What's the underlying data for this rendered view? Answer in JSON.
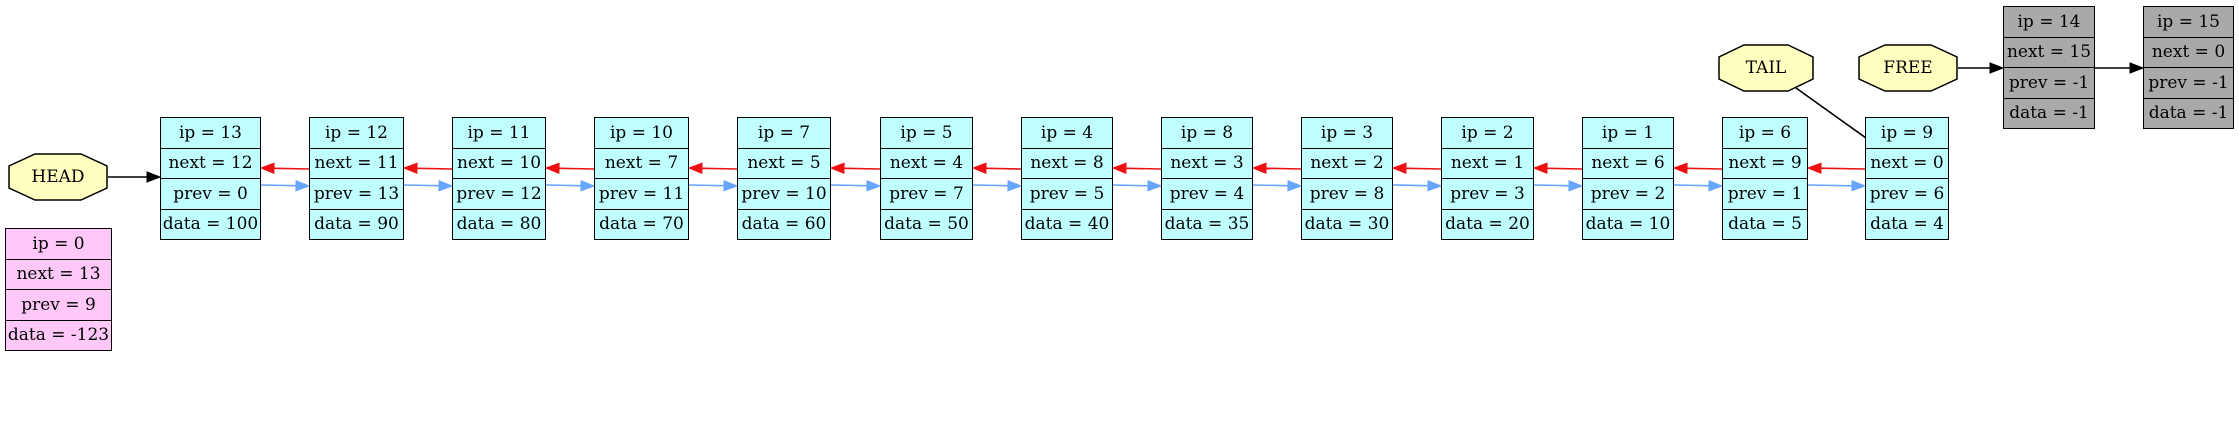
{
  "colors": {
    "active_node": "#c0ffff",
    "zero_node": "#ffc8f8",
    "free_node": "#a9a9a9",
    "pointer_node": "#ffffc0",
    "next_edge": "#66a6ff",
    "prev_edge": "#ee1111",
    "pointer_edge": "#000000"
  },
  "pointers": [
    {
      "id": "head",
      "label": "HEAD",
      "target": 13
    },
    {
      "id": "tail",
      "label": "TAIL",
      "target": 9
    },
    {
      "id": "free",
      "label": "FREE",
      "target": 14
    }
  ],
  "active_order": [
    13,
    12,
    11,
    10,
    7,
    5,
    4,
    8,
    3,
    2,
    1,
    6,
    9
  ],
  "free_order": [
    14,
    15
  ],
  "nodes": {
    "13": {
      "ip": "ip = 13",
      "next": "next = 12",
      "prev": "prev = 0",
      "data": "data = 100"
    },
    "12": {
      "ip": "ip = 12",
      "next": "next = 11",
      "prev": "prev = 13",
      "data": "data = 90"
    },
    "11": {
      "ip": "ip = 11",
      "next": "next = 10",
      "prev": "prev = 12",
      "data": "data = 80"
    },
    "10": {
      "ip": "ip = 10",
      "next": "next = 7",
      "prev": "prev = 11",
      "data": "data = 70"
    },
    "7": {
      "ip": "ip = 7",
      "next": "next = 5",
      "prev": "prev = 10",
      "data": "data = 60"
    },
    "5": {
      "ip": "ip = 5",
      "next": "next = 4",
      "prev": "prev = 7",
      "data": "data = 50"
    },
    "4": {
      "ip": "ip = 4",
      "next": "next = 8",
      "prev": "prev = 5",
      "data": "data = 40"
    },
    "8": {
      "ip": "ip = 8",
      "next": "next = 3",
      "prev": "prev = 4",
      "data": "data = 35"
    },
    "3": {
      "ip": "ip = 3",
      "next": "next = 2",
      "prev": "prev = 8",
      "data": "data = 30"
    },
    "2": {
      "ip": "ip = 2",
      "next": "next = 1",
      "prev": "prev = 3",
      "data": "data = 20"
    },
    "1": {
      "ip": "ip = 1",
      "next": "next = 6",
      "prev": "prev = 2",
      "data": "data = 10"
    },
    "6": {
      "ip": "ip = 6",
      "next": "next = 9",
      "prev": "prev = 1",
      "data": "data = 5"
    },
    "9": {
      "ip": "ip = 9",
      "next": "next = 0",
      "prev": "prev = 6",
      "data": "data = 4"
    },
    "0": {
      "ip": "ip = 0",
      "next": "next = 13",
      "prev": "prev = 9",
      "data": "data = -123"
    },
    "14": {
      "ip": "ip = 14",
      "next": "next = 15",
      "prev": "prev = -1",
      "data": "data = -1"
    },
    "15": {
      "ip": "ip = 15",
      "next": "next = 0",
      "prev": "prev = -1",
      "data": "data = -1"
    }
  }
}
